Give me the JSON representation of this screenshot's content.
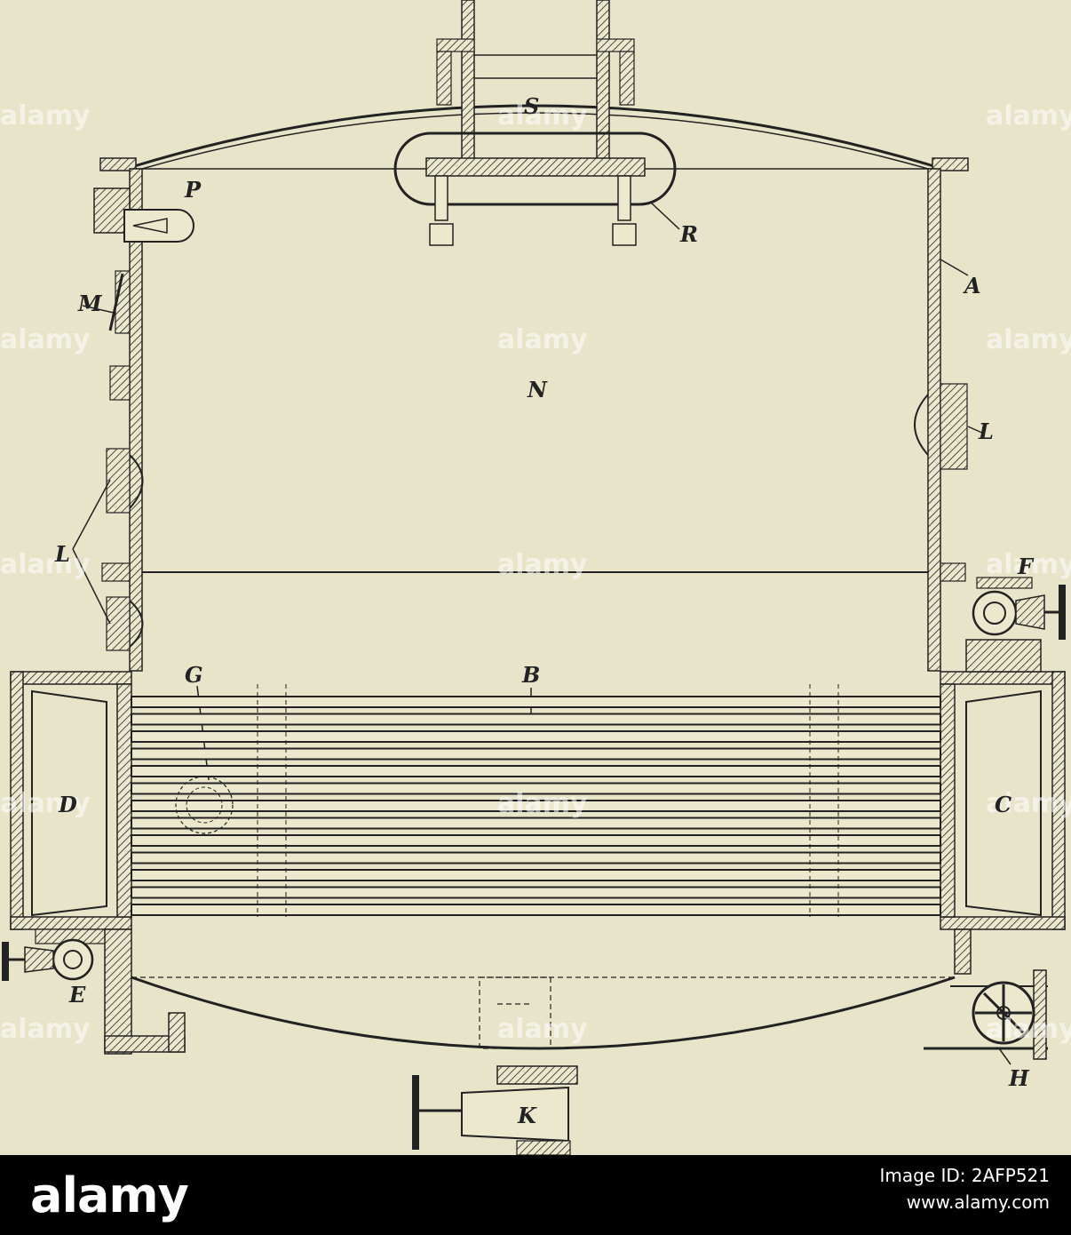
{
  "diagram": {
    "labels": {
      "S": "S",
      "P": "P",
      "R": "R",
      "A": "A",
      "M": "M",
      "N": "N",
      "L_right": "L",
      "L_left": "L",
      "F": "F",
      "G": "G",
      "B": "B",
      "D": "D",
      "C": "C",
      "E": "E",
      "H": "H",
      "K": "K"
    },
    "watermark": "alamy"
  },
  "footer": {
    "brand": "alamy",
    "image_id": "Image ID: 2AFP521",
    "site": "www.alamy.com"
  }
}
